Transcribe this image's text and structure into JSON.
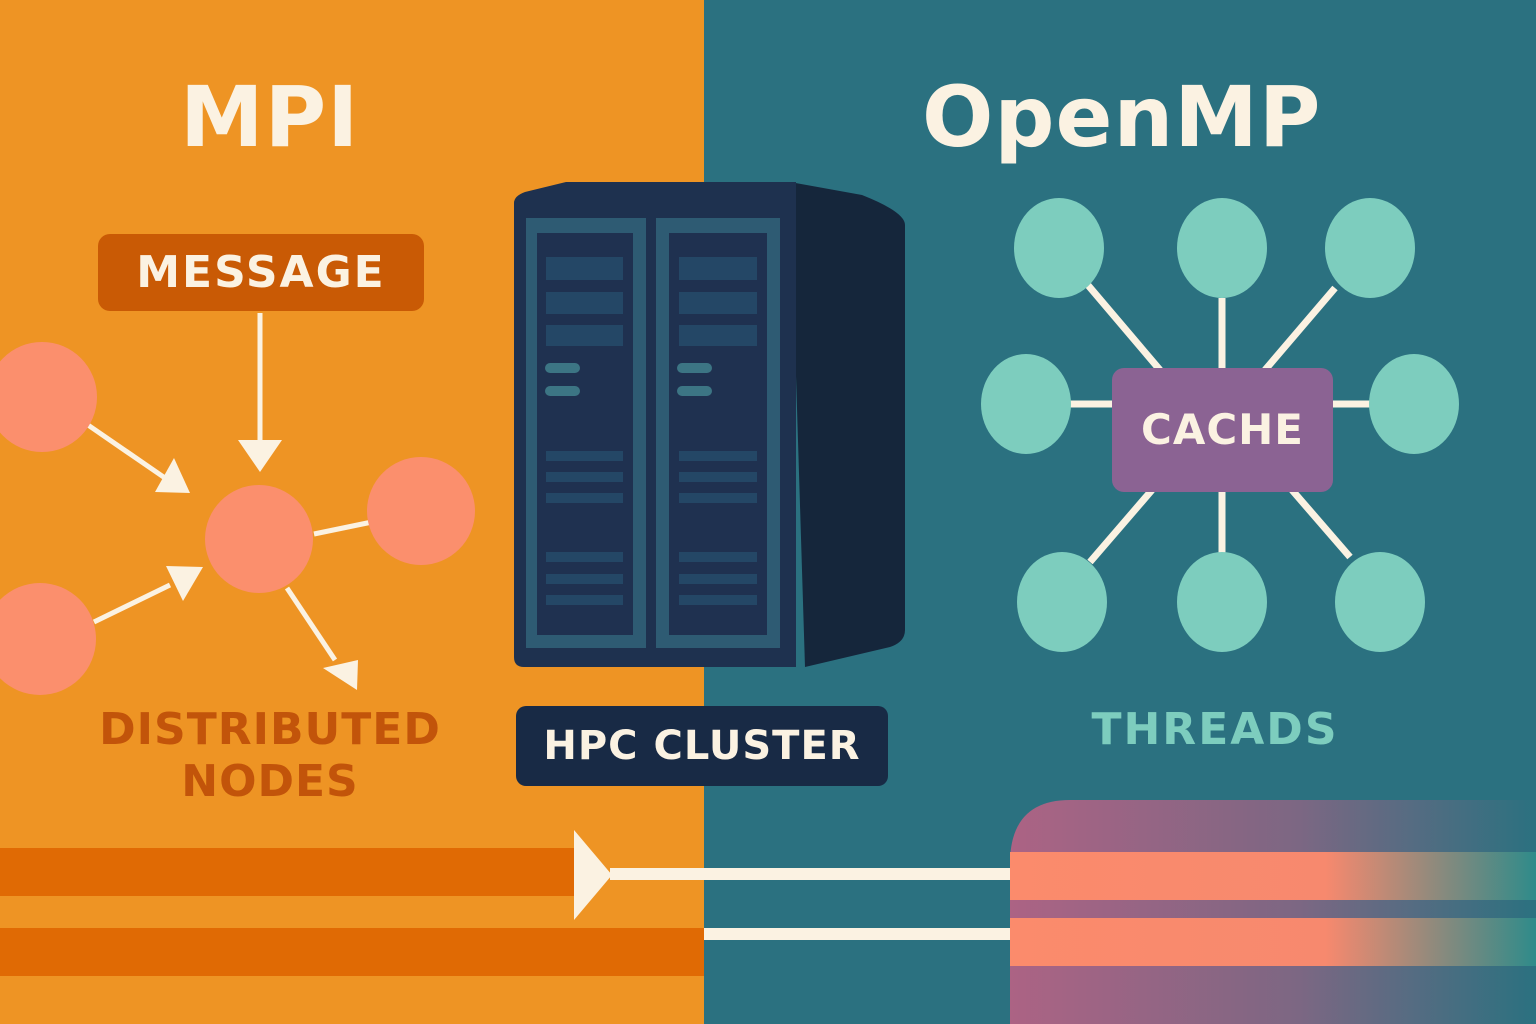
{
  "left_panel": {
    "title": "MPI",
    "message_label": "MESSAGE",
    "caption_line1": "DISTRIBUTED",
    "caption_line2": "NODES",
    "color": "#ee9424",
    "node_color": "#fb8f6d",
    "stripe_color": "#e06a04"
  },
  "center": {
    "server_icon": "server-rack-icon",
    "label": "HPC CLUSTER",
    "label_bg": "#182a45"
  },
  "right_panel": {
    "title": "OpenMP",
    "hub_label": "CACHE",
    "caption": "THREADS",
    "color": "#2b7180",
    "thread_color": "#7dcdbe",
    "hub_color": "#8b6393"
  },
  "accent": {
    "line_color": "#fbf2e2",
    "gradient_block": [
      "#ac6384",
      "#fb8f6d",
      "#2f8b8a"
    ]
  }
}
